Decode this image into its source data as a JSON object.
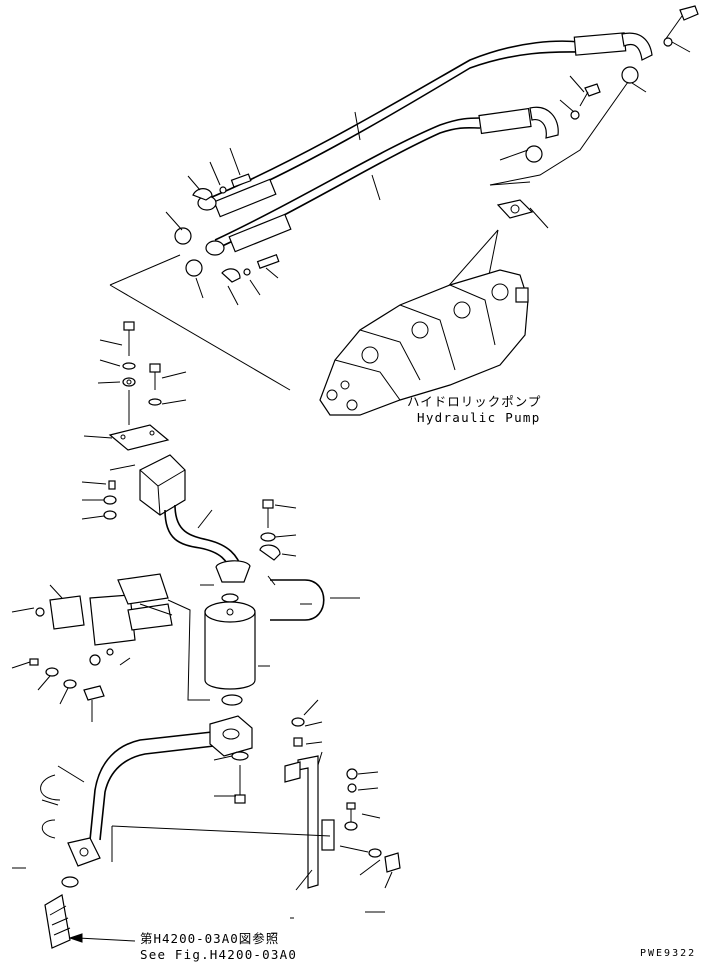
{
  "labels": {
    "pump_jp": "ハイドロリックポンプ",
    "pump_en": "Hydraulic Pump",
    "ref_jp": "第H4200-03A0図参照",
    "ref_en": "See Fig.H4200-03A0",
    "code": "PWE9322"
  }
}
